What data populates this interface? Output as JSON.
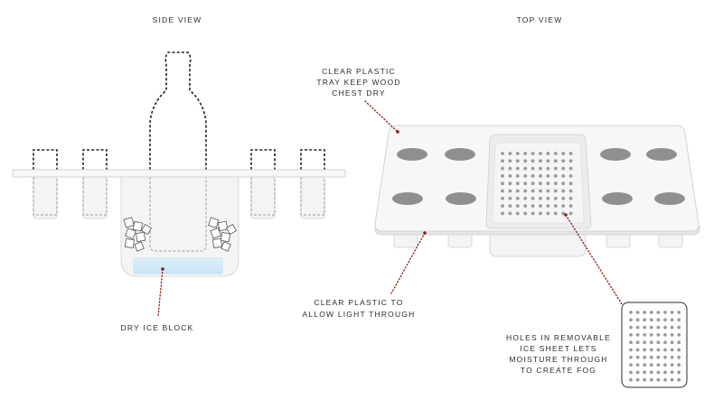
{
  "labels": {
    "side_view": "SIDE VIEW",
    "top_view": "TOP VIEW",
    "dry_ice": "DRY ICE BLOCK",
    "tray_line1": "CLEAR PLASTIC",
    "tray_line2": "TRAY KEEP WOOD",
    "tray_line3": "CHEST DRY",
    "light_line1": "CLEAR PLASTIC TO",
    "light_line2": "ALLOW LIGHT THROUGH",
    "holes_line1": "HOLES IN REMOVABLE",
    "holes_line2": "ICE SHEET LETS",
    "holes_line3": "MOISTURE THROUGH",
    "holes_line4": "TO CREATE FOG"
  },
  "colors": {
    "leader": "#8b1a1a",
    "dry_ice": "#cfe8f7",
    "outline": "#222222"
  }
}
